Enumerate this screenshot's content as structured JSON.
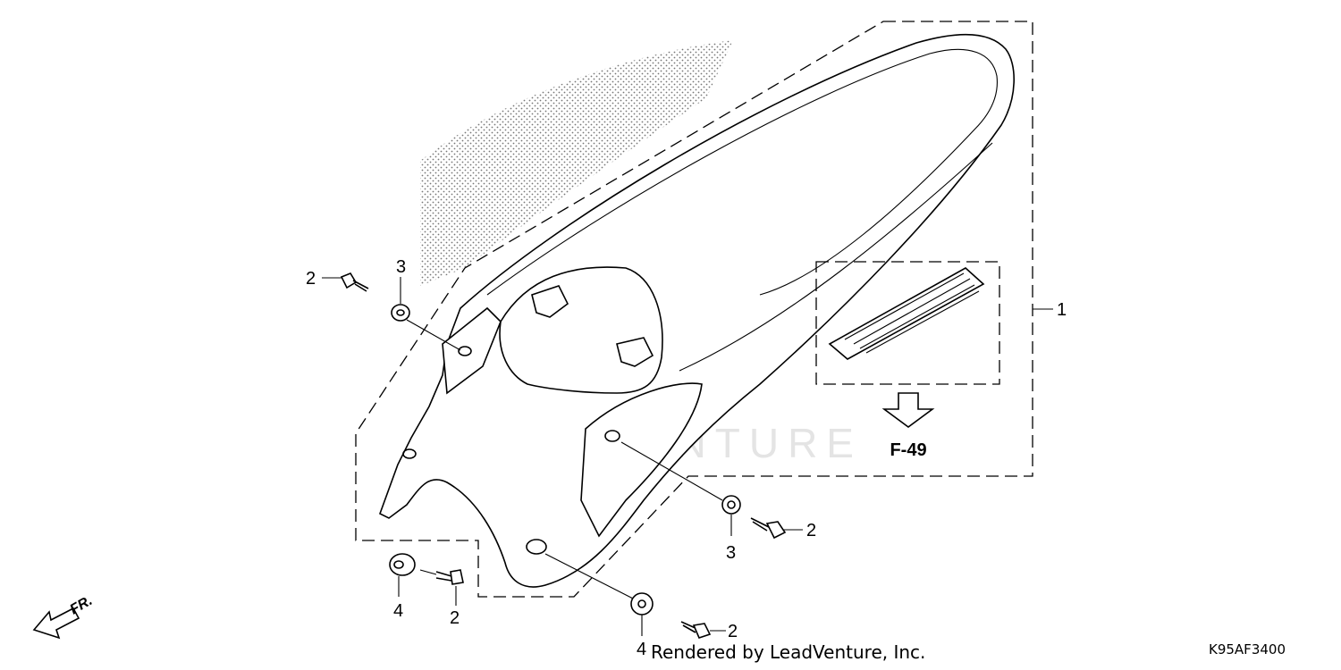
{
  "diagram": {
    "callouts": {
      "c1": "1",
      "c2a": "2",
      "c2b": "2",
      "c2c": "2",
      "c2d": "2",
      "c3a": "3",
      "c3b": "3",
      "c4a": "4",
      "c4b": "4"
    },
    "reference": "F-49",
    "direction_label": "FR.",
    "watermark": "LEADVENTURE"
  },
  "footer": {
    "credit": "Rendered by LeadVenture, Inc.",
    "code": "K95AF3400"
  }
}
